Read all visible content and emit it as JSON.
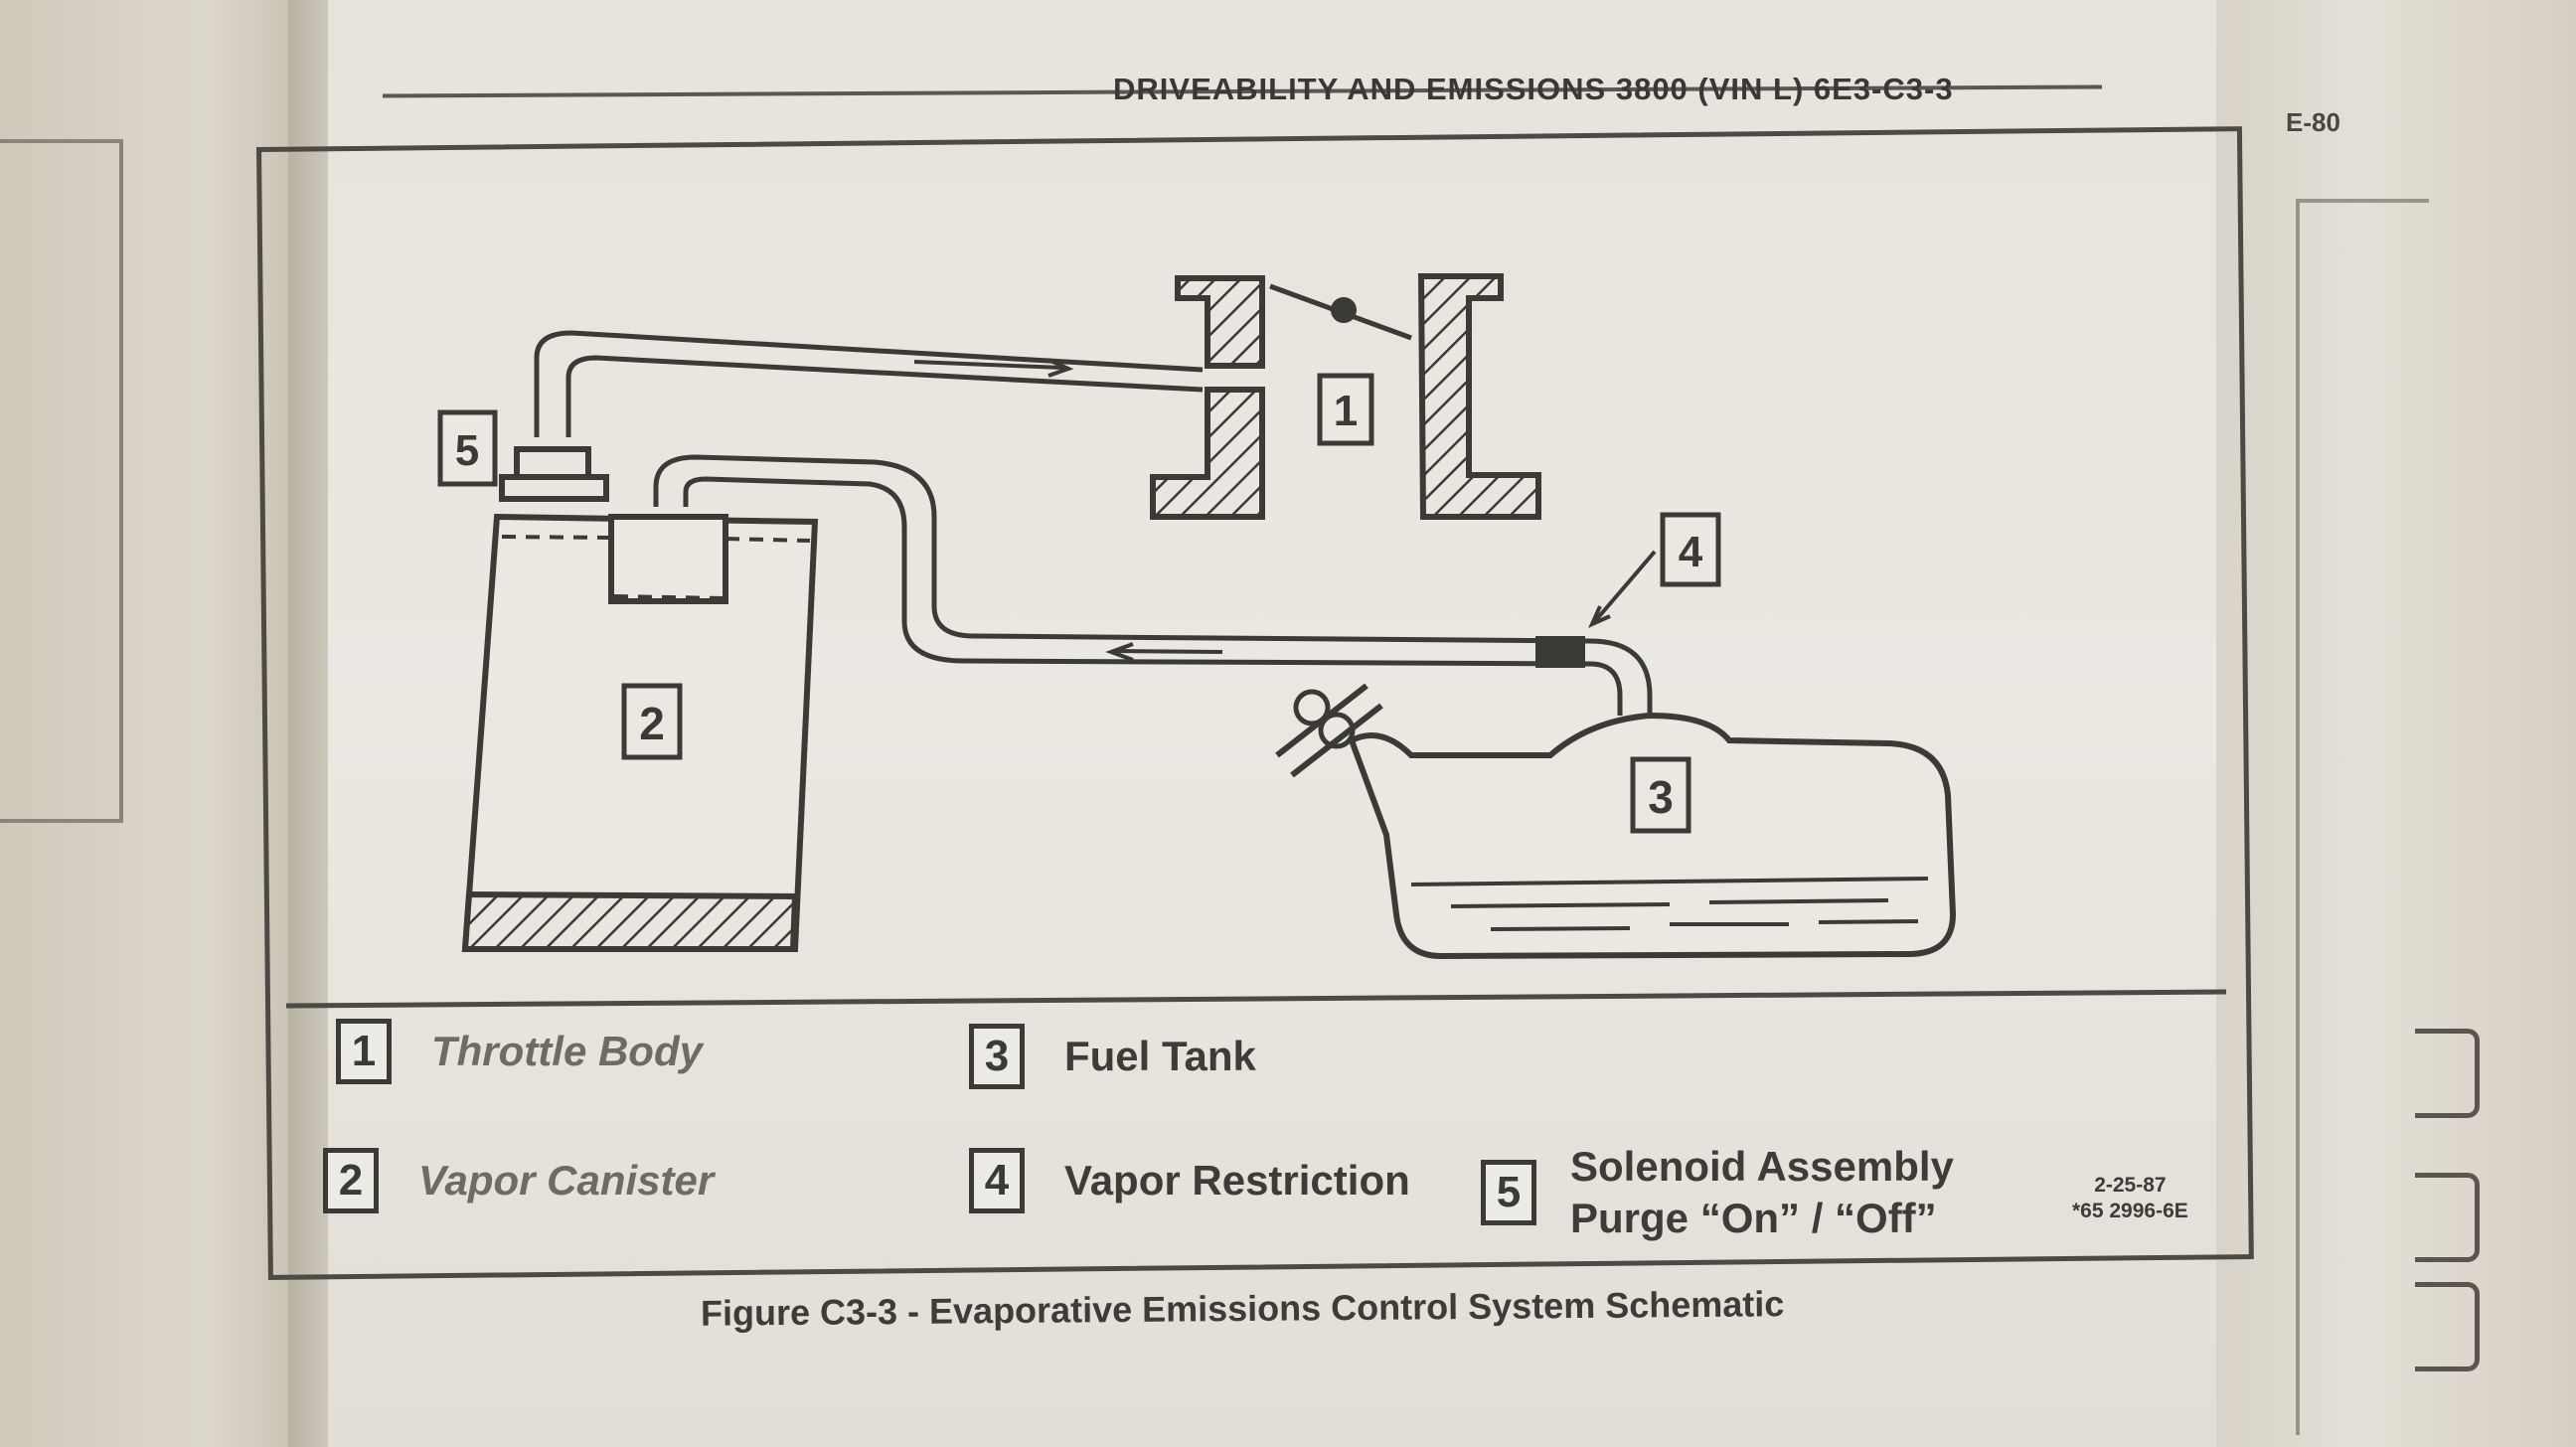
{
  "header": {
    "running_title": "DRIVEABILITY AND EMISSIONS 3800 (VIN L) 6E3-C3-3"
  },
  "side_tab": {
    "label": "E-80"
  },
  "diagram": {
    "callouts": [
      "1",
      "2",
      "3",
      "4",
      "5"
    ]
  },
  "legend": {
    "items": [
      {
        "num": "1",
        "label": "Throttle Body"
      },
      {
        "num": "2",
        "label": "Vapor Canister"
      },
      {
        "num": "3",
        "label": "Fuel Tank"
      },
      {
        "num": "4",
        "label": "Vapor Restriction"
      },
      {
        "num": "5",
        "label_line1": "Solenoid Assembly",
        "label_line2": "Purge “On” / “Off”"
      }
    ]
  },
  "stamp": {
    "line1": "2-25-87",
    "line2": "*65 2996-6E"
  },
  "caption": "Figure C3-3 - Evaporative Emissions Control System Schematic",
  "colors": {
    "ink": "#3c3a36",
    "paper": "#ebe8e2"
  }
}
